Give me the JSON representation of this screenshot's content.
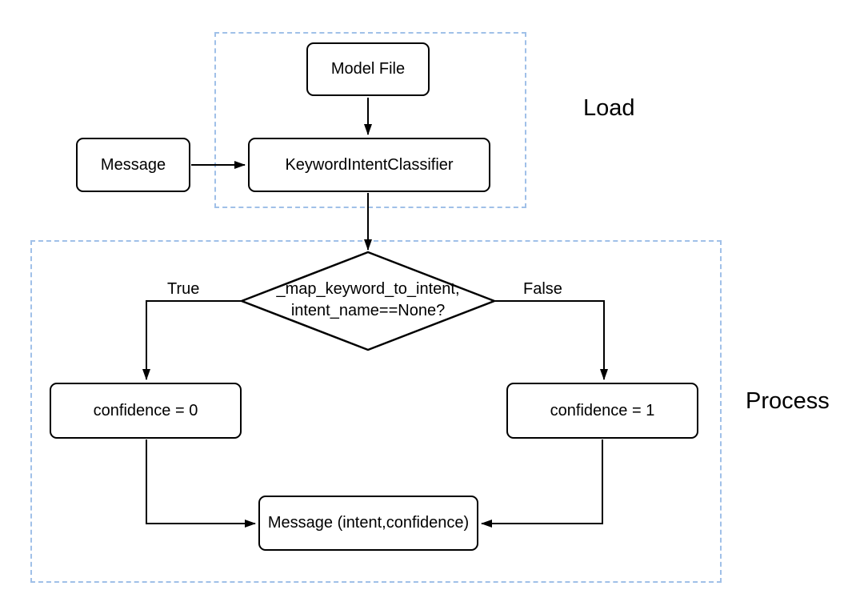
{
  "diagram": {
    "regions": {
      "load": {
        "label": "Load"
      },
      "process": {
        "label": "Process"
      }
    },
    "nodes": {
      "model_file": {
        "label": "Model File"
      },
      "message_in": {
        "label": "Message"
      },
      "classifier": {
        "label": "KeywordIntentClassifier"
      },
      "decision": {
        "line1": "_map_keyword_to_intent,",
        "line2": "intent_name==None?"
      },
      "confidence_zero": {
        "label": "confidence = 0"
      },
      "confidence_one": {
        "label": "confidence = 1"
      },
      "message_out": {
        "label": "Message (intent,confidence)"
      }
    },
    "edge_labels": {
      "true_branch": "True",
      "false_branch": "False"
    },
    "colors": {
      "region_border": "#a0c0e8",
      "node_border": "#000000",
      "node_fill": "#ffffff",
      "edge_color": "#000000",
      "canvas_bg": "#ffffff",
      "text_color": "#000000"
    }
  }
}
